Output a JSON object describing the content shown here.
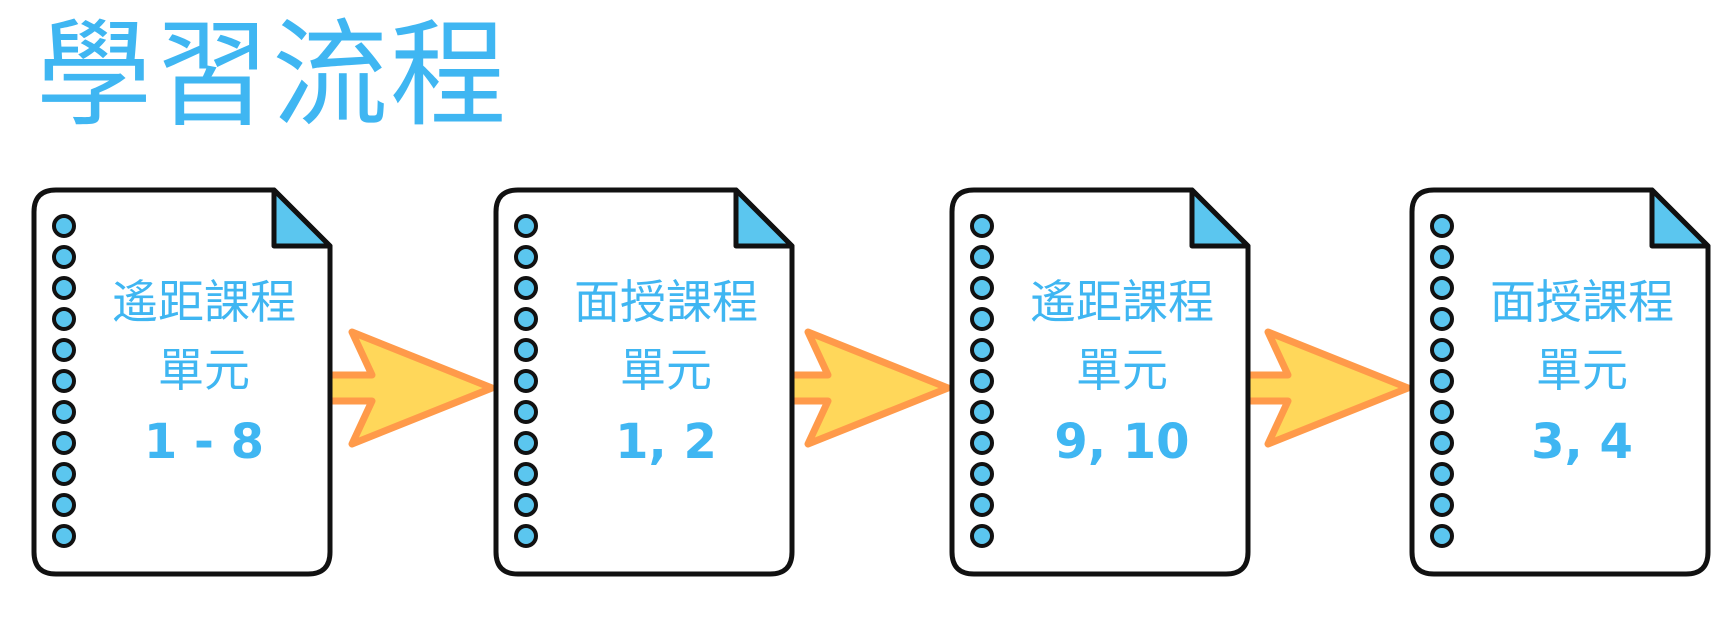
{
  "title": "學習流程",
  "colors": {
    "title": "#3fb6f2",
    "text": "#3fb6f2",
    "card_border": "#111111",
    "rings": "#5bc6ef",
    "fold": "#5bc6ef",
    "arrow_fill": "#ffd75a",
    "arrow_stroke": "#ff9a4a"
  },
  "cards": [
    {
      "type": "遙距課程",
      "unit_label": "單元",
      "units": "1 - 8"
    },
    {
      "type": "面授課程",
      "unit_label": "單元",
      "units": "1, 2"
    },
    {
      "type": "遙距課程",
      "unit_label": "單元",
      "units": "9, 10"
    },
    {
      "type": "面授課程",
      "unit_label": "單元",
      "units": "3, 4"
    }
  ],
  "arrows": [
    {
      "from": 0,
      "to": 1
    },
    {
      "from": 1,
      "to": 2
    },
    {
      "from": 2,
      "to": 3
    }
  ]
}
